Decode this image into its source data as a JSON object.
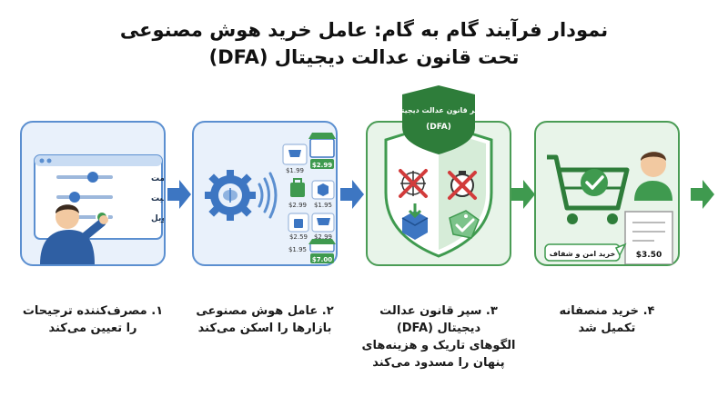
{
  "title": {
    "line1": "نمودار فرآیند گام به گام: عامل خرید هوش مصنوعی",
    "line2": "تحت قانون عدالت دیجیتال (DFA)"
  },
  "colors": {
    "blue": "#3d76c2",
    "green": "#3f9a4f",
    "dark_green": "#2e7d3a",
    "red": "#d23b3b",
    "orange": "#e39a3b"
  },
  "panel1": {
    "sliders": [
      "قیمت",
      "کیفیت",
      "زمان تحویل"
    ],
    "icons": [
      "settings-window-icon",
      "slider-icon",
      "person-pointing-icon"
    ]
  },
  "panel2": {
    "prices": [
      "$2.99",
      "$1.99",
      "$1.95",
      "$2.99",
      "$1.95",
      "$2.59",
      "$2.99",
      "$7.00"
    ],
    "icons": [
      "ai-brain-gear-icon",
      "radio-wave-icon",
      "store-icon",
      "shopping-bag-icon",
      "shopping-cart-icon"
    ]
  },
  "panel3": {
    "shield_title": "سپر قانون عدالت دیجیتال",
    "shield_acronym": "(DFA)",
    "icons": [
      "shield-icon",
      "spider-web-icon",
      "stopwatch-icon",
      "hidden-fee-box-icon",
      "price-tag-icon",
      "cross-icon",
      "check-icon"
    ]
  },
  "panel4": {
    "bubble_text": "خرید امن و شفاف",
    "receipt_amount": "$3.50",
    "icons": [
      "shopping-cart-check-icon",
      "shopper-icon",
      "receipt-icon",
      "speech-bubble-icon"
    ]
  },
  "captions": [
    {
      "lines": [
        "۱. مصرف‌کننده ترجیحات",
        "را تعیین می‌کند"
      ]
    },
    {
      "lines": [
        "۲. عامل هوش مصنوعی",
        "بازارها را اسکن می‌کند"
      ]
    },
    {
      "lines": [
        "۳. سپر قانون عدالت",
        "دیجیتال (DFA)",
        "الگوهای تاریک و هزینه‌های",
        "پنهان را مسدود می‌کند"
      ]
    },
    {
      "lines": [
        "۴. خرید منصفانه",
        "تکمیل شد"
      ]
    }
  ]
}
